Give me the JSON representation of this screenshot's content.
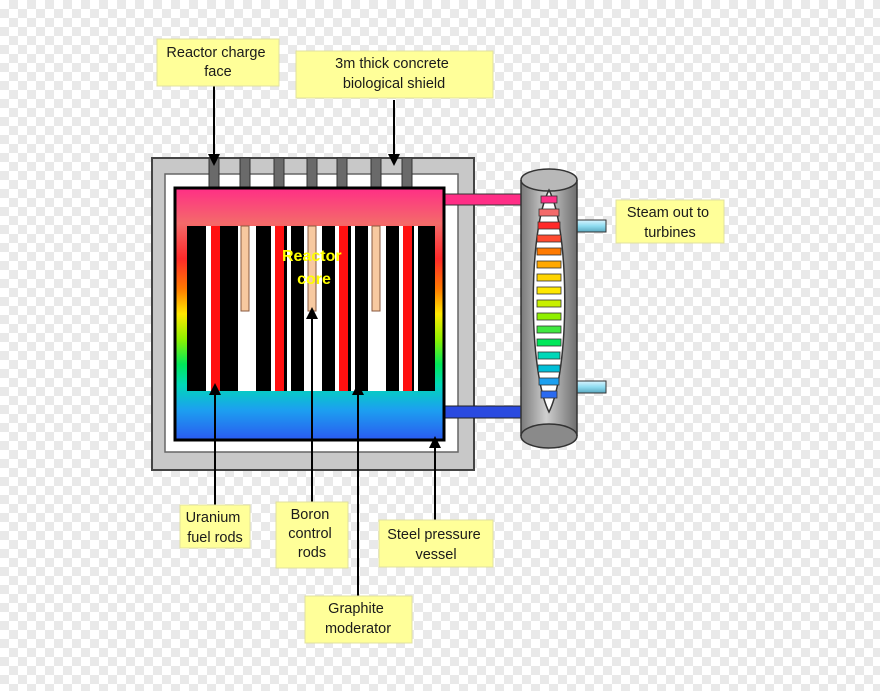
{
  "diagram": {
    "labels": {
      "charge_face": [
        "Reactor charge",
        "face"
      ],
      "concrete_shield": [
        "3m thick concrete",
        "biological shield"
      ],
      "steam_out": [
        "Steam out to",
        "turbines"
      ],
      "core": [
        "Reactor",
        "core"
      ],
      "fuel_rods": [
        "Uranium",
        "fuel rods"
      ],
      "boron_rods": [
        "Boron",
        "control",
        "rods"
      ],
      "pressure_vessel": [
        "Steel pressure",
        "vessel"
      ],
      "graphite": [
        "Graphite",
        "moderator"
      ]
    }
  }
}
